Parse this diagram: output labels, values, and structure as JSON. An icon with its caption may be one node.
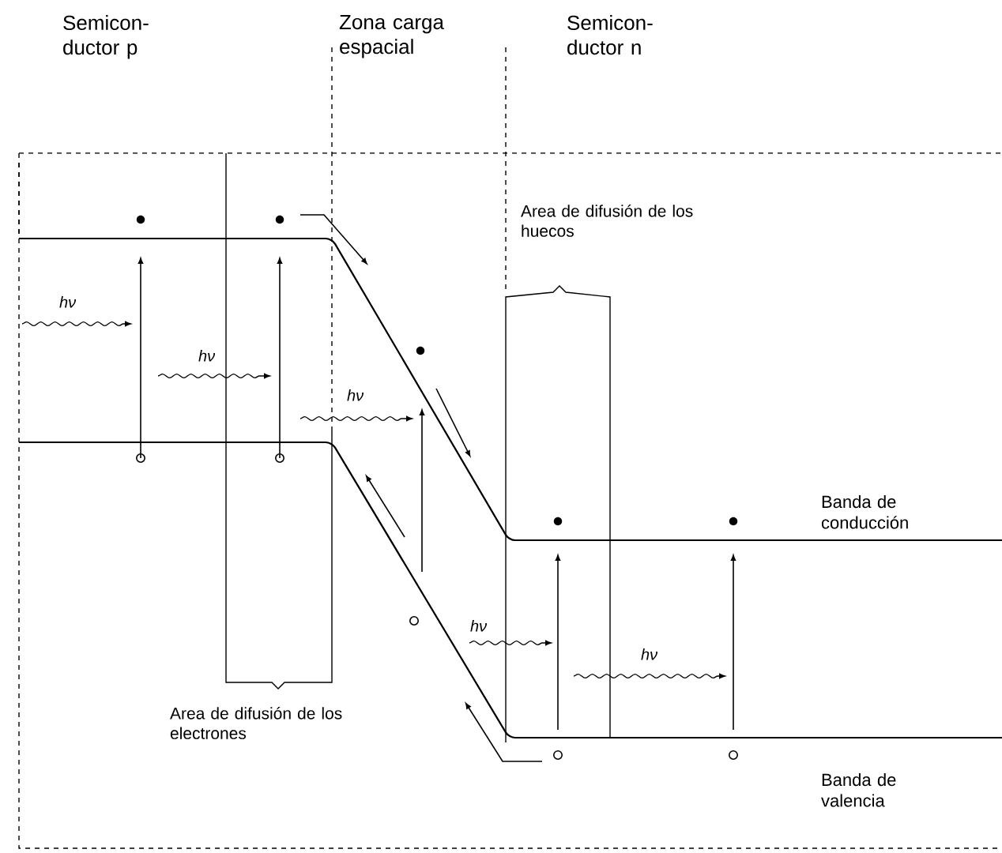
{
  "diagram": {
    "labels": [
      "Semicon- ductor p",
      "Zona carga espacial",
      "Semicon- ductor n",
      "Area de difusión de los huecos",
      "hν",
      "hν",
      "hν",
      "Banda de conducción",
      "hν",
      "hν",
      "Area de difusión de los electrones",
      "Banda de valencia"
    ]
  }
}
